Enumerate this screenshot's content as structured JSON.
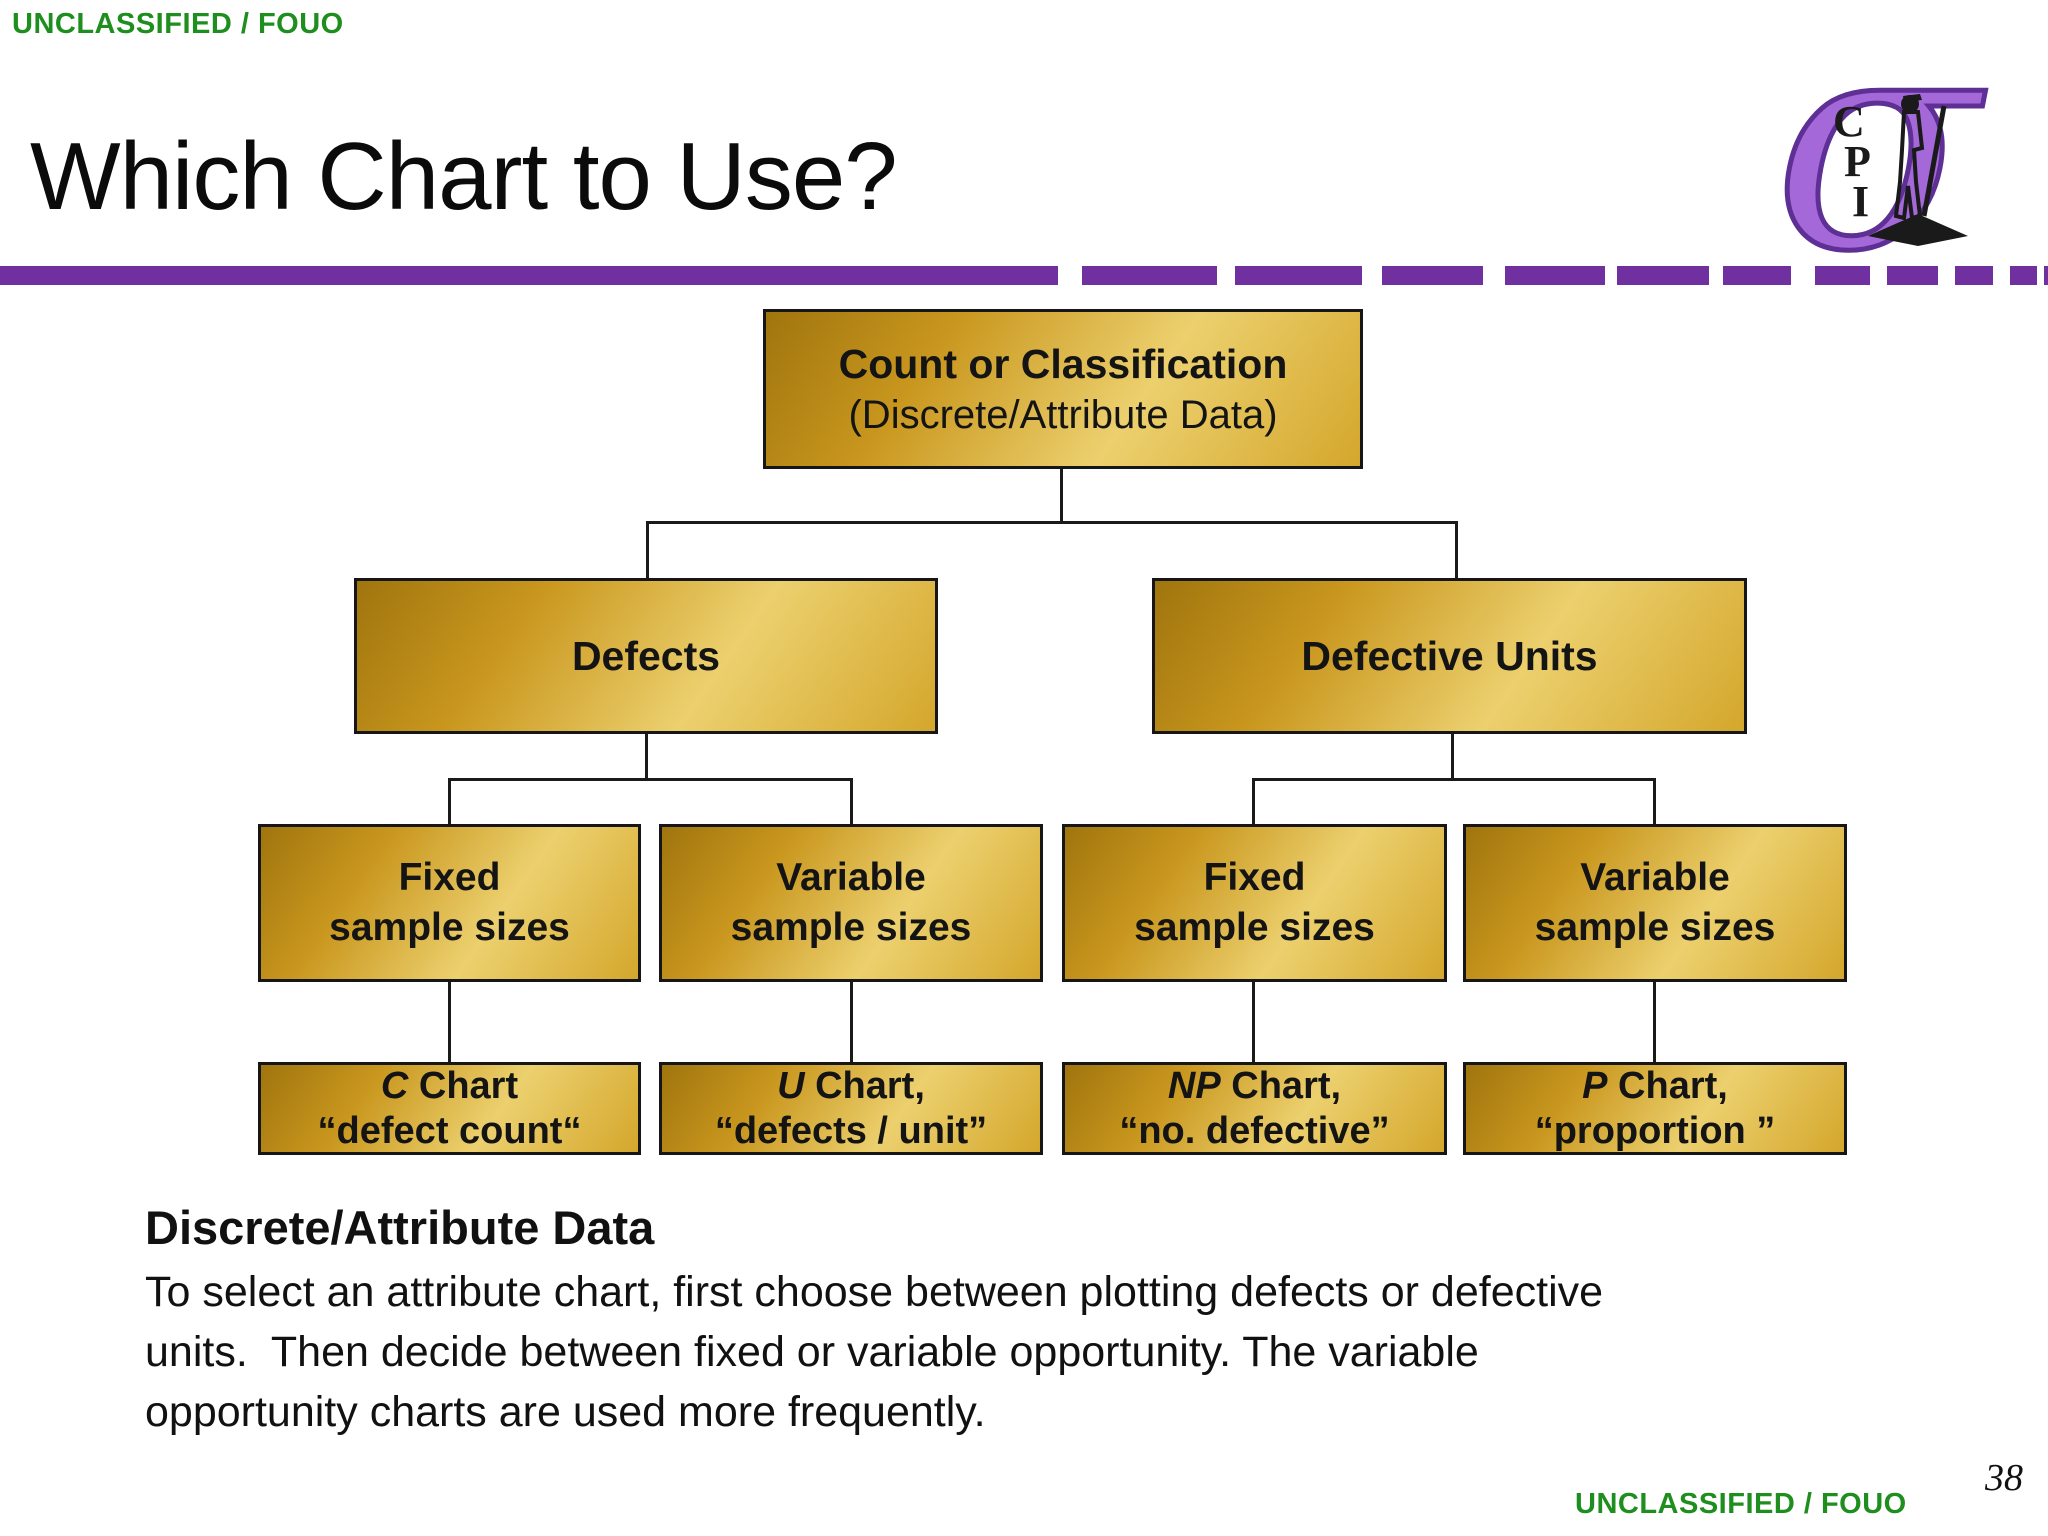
{
  "banner": {
    "top_left": "UNCLASSIFIED / FOUO"
  },
  "header": {
    "title": "Which Chart to Use?"
  },
  "logo": {
    "sigma": "σ",
    "letter_c": "C",
    "letter_p": "P",
    "letter_i": "I"
  },
  "tree": {
    "root": {
      "line1": "Count or Classification",
      "line2": "(Discrete/Attribute Data)"
    },
    "branches": [
      {
        "label": "Defects"
      },
      {
        "label": "Defective Units"
      }
    ],
    "sample_nodes": [
      {
        "line1": "Fixed",
        "line2": "sample sizes"
      },
      {
        "line1": "Variable",
        "line2": "sample sizes"
      },
      {
        "line1": "Fixed",
        "line2": "sample sizes"
      },
      {
        "line1": "Variable",
        "line2": "sample sizes"
      }
    ],
    "chart_nodes": [
      {
        "symbol": "C",
        "title": " Chart",
        "desc": "“defect count“"
      },
      {
        "symbol": "U",
        "title": " Chart,",
        "desc": "“defects / unit”"
      },
      {
        "symbol": "NP",
        "title": " Chart,",
        "desc": "“no. defective”"
      },
      {
        "symbol": "P",
        "title": " Chart,",
        "desc": "“proportion ”"
      }
    ]
  },
  "notes": {
    "heading": "Discrete/Attribute Data",
    "line1": "To select an attribute chart, first choose between plotting defects or defective",
    "line2": "units.  Then decide between fixed or variable opportunity. The variable",
    "line3": "opportunity charts are used more frequently."
  },
  "footer": {
    "classification": "UNCLASSIFIED / FOUO",
    "page_number": "38"
  },
  "colors": {
    "classification_green": "#1e8e1e",
    "divider_purple": "#7030A0",
    "box_gold_dark": "#a0750e",
    "box_gold_light": "#ecd06e",
    "logo_purple": "#a468d8"
  }
}
